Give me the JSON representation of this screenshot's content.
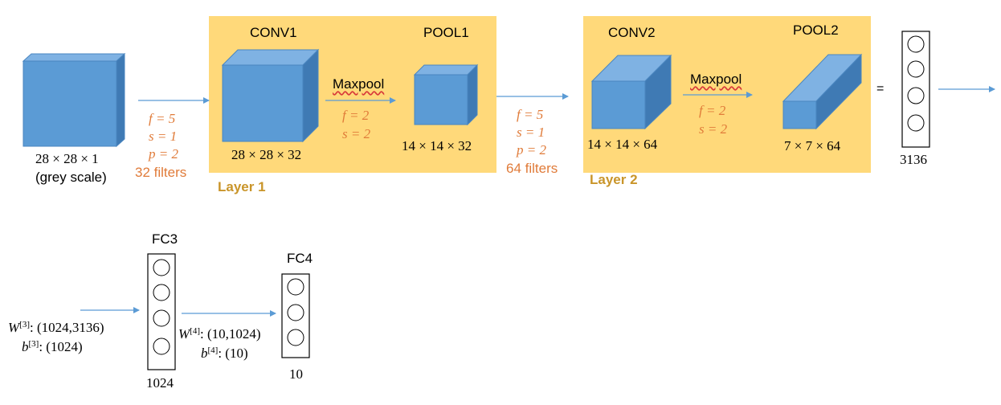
{
  "input": {
    "dims": "28 × 28 × 1",
    "note": "(grey scale)"
  },
  "arrow1": {
    "f": "f = 5",
    "s": "s = 1",
    "p": "p = 2",
    "filters": "32 filters"
  },
  "layer1": {
    "label": "Layer 1",
    "conv_title": "CONV1",
    "conv_dims": "28 × 28 × 32",
    "op": "Maxpool",
    "op_f": "f = 2",
    "op_s": "s = 2",
    "pool_title": "POOL1",
    "pool_dims": "14 × 14 × 32"
  },
  "arrow2": {
    "f": "f = 5",
    "s": "s = 1",
    "p": "p = 2",
    "filters": "64 filters"
  },
  "layer2": {
    "label": "Layer 2",
    "conv_title": "CONV2",
    "conv_dims": "14 × 14 × 64",
    "op": "Maxpool",
    "op_f": "f = 2",
    "op_s": "s = 2",
    "pool_title": "POOL2",
    "pool_dims": "7 × 7 × 64"
  },
  "flatten": {
    "equals": "=",
    "size": "3136"
  },
  "fc3": {
    "title": "FC3",
    "size": "1024",
    "w_sym": "W",
    "w_sup": "[3]",
    "w_val": ": (1024,3136)",
    "b_sym": "b",
    "b_sup": "[3]",
    "b_val": ": (1024)"
  },
  "fc4": {
    "title": "FC4",
    "size": "10",
    "w_sym": "W",
    "w_sup": "[4]",
    "w_val": ": (10,1024)",
    "b_sym": "b",
    "b_sup": "[4]",
    "b_val": ": (10)"
  },
  "colors": {
    "layer_fill": "#ffd97a",
    "cube_front": "#5b9bd5",
    "cube_top": "#7fb2e3",
    "cube_side": "#3f7ab4",
    "arrow": "#5b9bd5",
    "param": "#e07b39",
    "layer_label": "#c9952a"
  }
}
